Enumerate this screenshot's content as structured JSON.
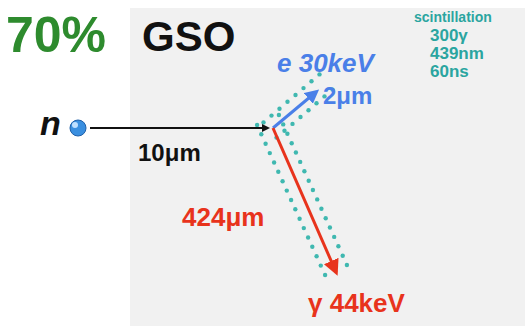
{
  "diagram": {
    "labels": [
      "70%",
      "GSO",
      "scintillation",
      "300γ",
      "439nm",
      "60ns",
      "n",
      "10μm",
      "e 30keV",
      "2μm",
      "424μm",
      "γ 44keV"
    ]
  }
}
